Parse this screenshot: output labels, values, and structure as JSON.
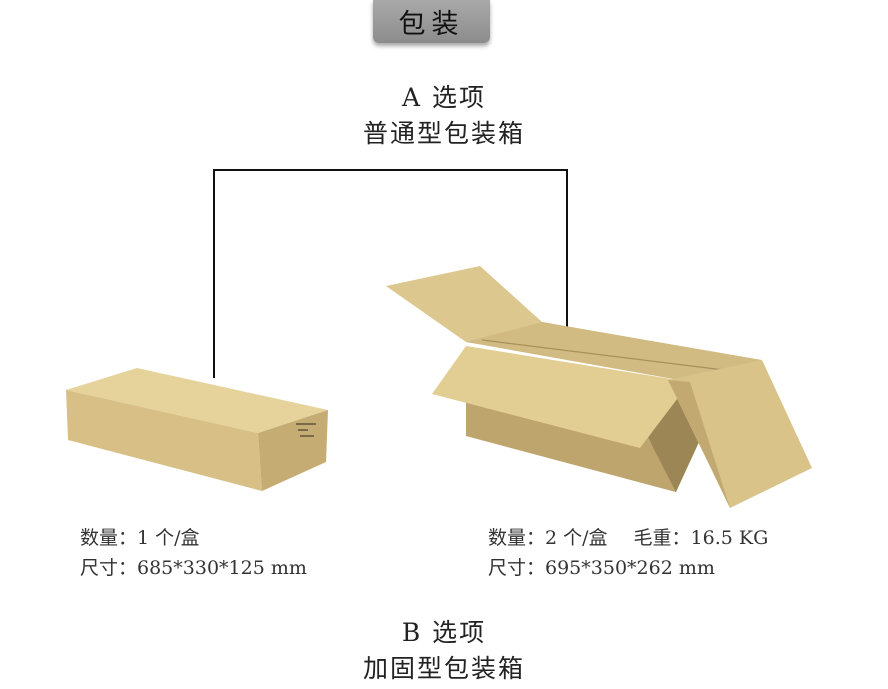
{
  "header": {
    "title": "包装"
  },
  "option_a": {
    "label": "A 选项",
    "name": "普通型包装箱"
  },
  "option_b": {
    "label": "B 选项",
    "name": "加固型包装箱"
  },
  "left_box": {
    "quantity": "数量：1 个/盒",
    "size": "尺寸：685*330*125 mm"
  },
  "right_box": {
    "quantity": "数量：2 个/盒",
    "gross_weight": "毛重：16.5 KG",
    "size": "尺寸：695*350*262 mm"
  },
  "colors": {
    "cardboard_light": "#e3cf96",
    "cardboard_mid": "#cfb77c",
    "cardboard_dark": "#b09663",
    "header_tab": "#999999"
  }
}
